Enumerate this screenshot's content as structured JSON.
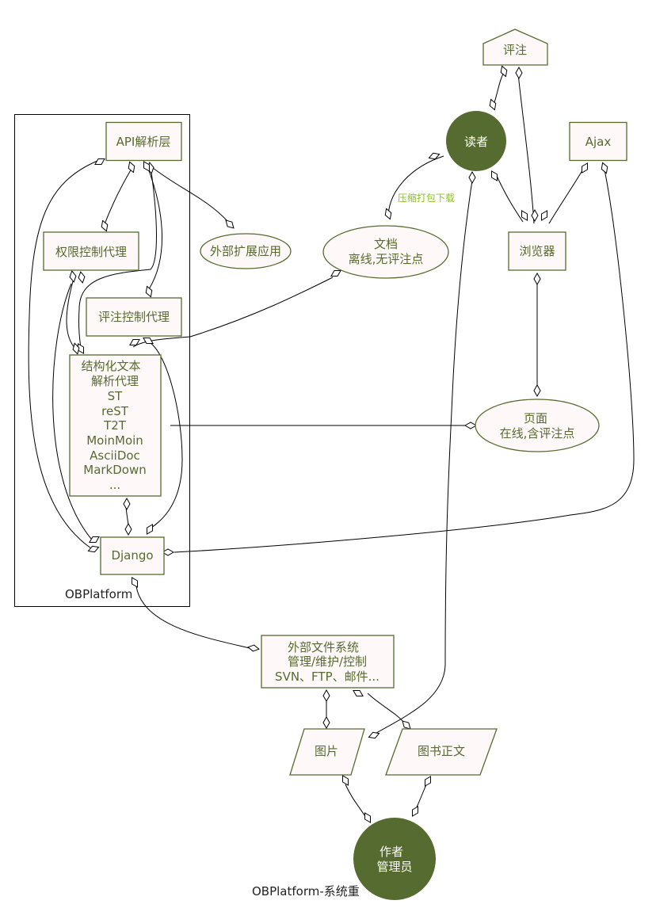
{
  "diagram": {
    "caption": "OBPlatform-系统重",
    "container_label": "OBPlatform",
    "colors": {
      "node_border": "#556b2f",
      "node_fill": "#fff8f8",
      "actor_fill": "#556b2f",
      "edge_label": "#8bbf2a"
    },
    "nodes": {
      "api": {
        "lines": [
          "API解析层"
        ],
        "shape": "rectangle"
      },
      "perm": {
        "lines": [
          "权限控制代理"
        ],
        "shape": "rectangle"
      },
      "comment_proxy": {
        "lines": [
          "评注控制代理"
        ],
        "shape": "rectangle"
      },
      "parser": {
        "lines": [
          "结构化文本",
          "解析代理",
          "ST",
          "reST",
          "T2T",
          "MoinMoin",
          "AsciiDoc",
          "MarkDown",
          "..."
        ],
        "shape": "rectangle"
      },
      "django": {
        "lines": [
          "Django"
        ],
        "shape": "rectangle"
      },
      "ext_app": {
        "lines": [
          "外部扩展应用"
        ],
        "shape": "ellipse"
      },
      "doc": {
        "lines": [
          "文档",
          "离线,无评注点"
        ],
        "shape": "ellipse"
      },
      "comment": {
        "lines": [
          "评注"
        ],
        "shape": "pentagon"
      },
      "reader": {
        "lines": [
          "读者"
        ],
        "shape": "circle"
      },
      "ajax": {
        "lines": [
          "Ajax"
        ],
        "shape": "rectangle"
      },
      "browser": {
        "lines": [
          "浏览器"
        ],
        "shape": "rectangle"
      },
      "page": {
        "lines": [
          "页面",
          "在线,含评注点"
        ],
        "shape": "ellipse"
      },
      "extfs": {
        "lines": [
          "外部文件系统",
          "管理/维护/控制",
          "SVN、FTP、邮件..."
        ],
        "shape": "rectangle"
      },
      "image": {
        "lines": [
          "图片"
        ],
        "shape": "parallelogram"
      },
      "book": {
        "lines": [
          "图书正文"
        ],
        "shape": "parallelogram"
      },
      "author": {
        "lines": [
          "作者",
          "管理员"
        ],
        "shape": "circle"
      }
    },
    "edge_labels": {
      "reader_doc": "压缩打包下载"
    },
    "edges": [
      [
        "api",
        "perm"
      ],
      [
        "api",
        "django"
      ],
      [
        "api",
        "comment_proxy"
      ],
      [
        "api",
        "parser"
      ],
      [
        "api",
        "ext_app"
      ],
      [
        "perm",
        "parser"
      ],
      [
        "perm",
        "django"
      ],
      [
        "comment_proxy",
        "django"
      ],
      [
        "parser",
        "django"
      ],
      [
        "parser",
        "page"
      ],
      [
        "parser",
        "doc"
      ],
      [
        "reader",
        "doc"
      ],
      [
        "reader",
        "comment"
      ],
      [
        "reader",
        "browser"
      ],
      [
        "reader",
        "image"
      ],
      [
        "comment",
        "browser"
      ],
      [
        "ajax",
        "browser"
      ],
      [
        "ajax",
        "django"
      ],
      [
        "browser",
        "page"
      ],
      [
        "django",
        "extfs"
      ],
      [
        "extfs",
        "image"
      ],
      [
        "extfs",
        "book"
      ],
      [
        "image",
        "author"
      ],
      [
        "book",
        "author"
      ]
    ]
  }
}
